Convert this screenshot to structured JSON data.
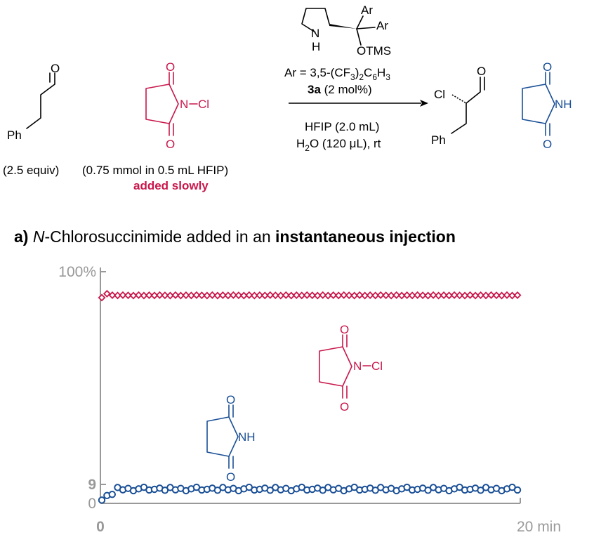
{
  "scheme": {
    "reactant1": {
      "ph_label": "Ph",
      "o_label": "O",
      "amount": "(2.5 equiv)"
    },
    "reactant2": {
      "o_label": "O",
      "n_label": "N",
      "cl_label": "Cl",
      "amount": "(0.75 mmol in 0.5 mL HFIP)",
      "note": "added slowly"
    },
    "catalyst": {
      "nh_label": "N",
      "h_label": "H",
      "ar_label": "Ar",
      "otms_label": "OTMS",
      "ar_def_prefix": "Ar = 3,5-(CF",
      "ar_def_sub1": "3",
      "ar_def_mid": ")",
      "ar_def_sub2": "2",
      "ar_def_c": "C",
      "ar_def_sub3": "6",
      "ar_def_h": "H",
      "ar_def_sub4": "3",
      "id": "3a",
      "loading": " (2 mol%)"
    },
    "conditions": {
      "line1": "HFIP (2.0 mL)",
      "h": "H",
      "h_sub": "2",
      "line2_rest": "O (120 μL), rt"
    },
    "product1": {
      "cl_label": "Cl",
      "o_label": "O",
      "ph_label": "Ph"
    },
    "product2": {
      "o_label": "O",
      "nh_label": "NH"
    }
  },
  "panel": {
    "label": "a)",
    "title_italic": "N",
    "title_mid": "-Chlorosuccinimide added in an ",
    "title_bold": "instantaneous injection"
  },
  "chart_data": {
    "type": "scatter",
    "x_range": [
      0,
      20
    ],
    "y_range": [
      0,
      100
    ],
    "x_ticks": [
      {
        "value": 0,
        "label": "0"
      },
      {
        "value": 20,
        "label": "20 min"
      }
    ],
    "y_ticks": [
      {
        "value": 0,
        "label": "0"
      },
      {
        "value": 9,
        "label": "9"
      },
      {
        "value": 100,
        "label": "100%"
      }
    ],
    "series": [
      {
        "key": "ncs",
        "marker": "diamond",
        "color": "#c8174b",
        "n_points": 80,
        "start": [
          [
            0,
            88.7
          ],
          [
            0.25,
            90.4
          ]
        ],
        "plateau": 89.7,
        "jitter": [
          0.1,
          -0.1,
          0.05,
          -0.05,
          0.1,
          0.0,
          -0.1
        ]
      },
      {
        "key": "succinimide",
        "marker": "circle",
        "color": "#1a4f96",
        "n_points": 80,
        "start": [
          [
            0,
            0.5
          ],
          [
            0.25,
            2.5
          ],
          [
            0.5,
            3.0
          ]
        ],
        "plateau": 5.2,
        "jitter": [
          0.0,
          0.5,
          -0.4,
          0.8,
          -0.2,
          0.4,
          -0.6,
          0.2,
          0.9,
          -0.3
        ]
      }
    ],
    "annotations": {
      "ncs": {
        "o_label": "O",
        "n_label": "N",
        "cl_label": "Cl"
      },
      "succinimide": {
        "o_label": "O",
        "nh_label": "NH"
      }
    }
  }
}
